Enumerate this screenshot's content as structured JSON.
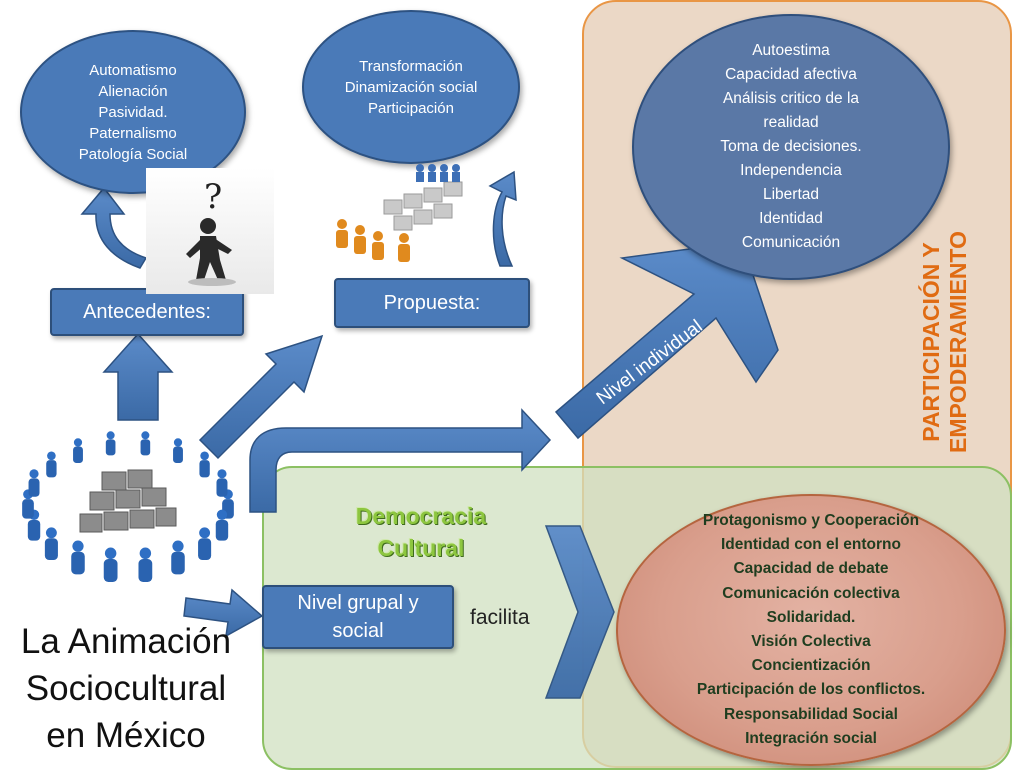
{
  "title": [
    "La Animación",
    "Sociocultural",
    "en México"
  ],
  "antecedentes": {
    "label": "Antecedentes:",
    "items": [
      "Automatismo",
      "Alienación",
      "Pasividad.",
      "Paternalismo",
      "Patología Social"
    ]
  },
  "propuesta": {
    "label": "Propuesta:",
    "items": [
      "Transformación",
      "Dinamización social",
      "Participación"
    ]
  },
  "individual": {
    "label": "Nivel individual",
    "items": [
      "Autoestima",
      "Capacidad afectiva",
      "Análisis critico de  la",
      "realidad",
      "Toma de decisiones.",
      "Independencia",
      "Libertad",
      "Identidad",
      "Comunicación"
    ]
  },
  "participacion_title": [
    "PARTICIPACIÓN Y",
    "EMPODERAMIENTO"
  ],
  "democracia_title": [
    "Democracia",
    "Cultural"
  ],
  "grupal": {
    "label": "Nivel grupal y social",
    "connector": "facilita",
    "items": [
      "Protagonismo y Cooperación",
      "Identidad con el entorno",
      "Capacidad de debate",
      "Comunicación  colectiva",
      "Solidaridad.",
      "Visión Colectiva",
      "Concientización",
      "Participación de los conflictos.",
      "Responsabilidad Social",
      "Integración social"
    ]
  },
  "colors": {
    "blue_fill": "#4a7ab8",
    "peach_region": "#ead6c4",
    "green_region": "#d0e0c0",
    "orange_title": "#e06b12",
    "green_title": "#8dc63f",
    "rose_ellipse": "#d99e8c"
  },
  "icons": [
    "confused-person-icon",
    "people-puzzle-team-icon",
    "people-circle-puzzle-icon"
  ]
}
